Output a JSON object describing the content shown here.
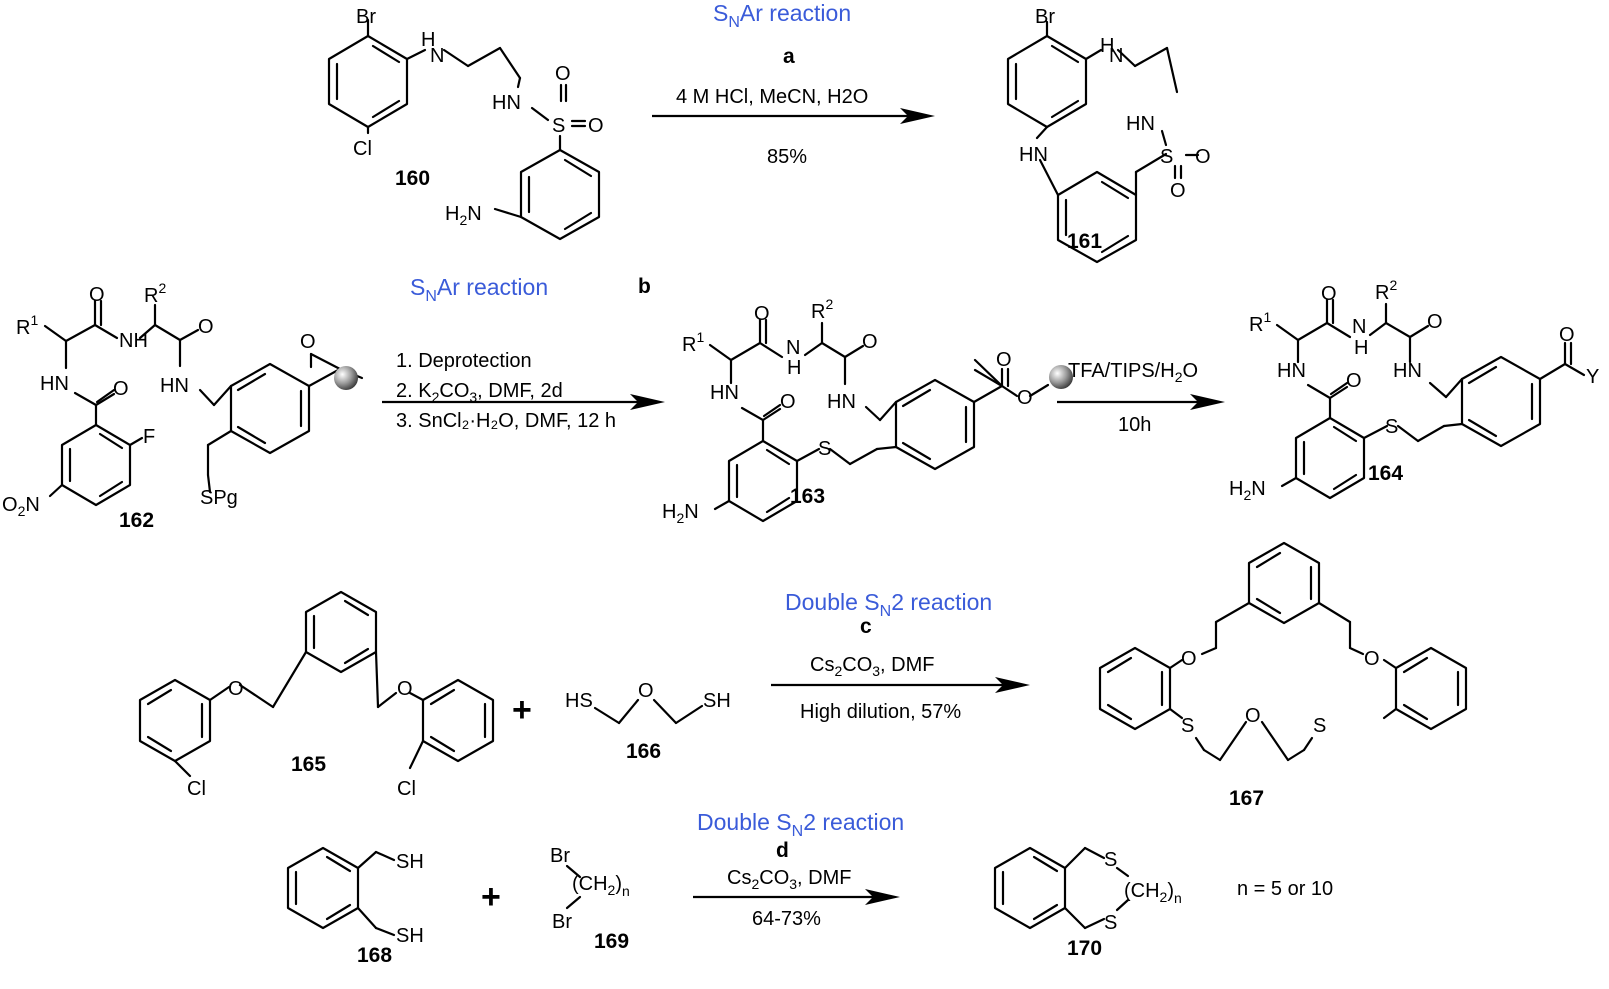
{
  "colors": {
    "reaction_title": "#3a5bd9",
    "text": "#000000",
    "resin_bead": "#8a8a8a"
  },
  "reactions": {
    "a": {
      "letter": "a",
      "title_main": "S",
      "title_sub": "N",
      "title_rest": "Ar reaction",
      "cond1": "4 M HCl, MeCN, H2O",
      "cond2": "85%",
      "start_label": "160",
      "product_label": "161"
    },
    "b": {
      "letter": "b",
      "title_main": "S",
      "title_sub": "N",
      "title_rest": "Ar reaction",
      "cond1": "1. Deprotection",
      "cond2_pre": "2. K",
      "cond2_sub1": "2",
      "cond2_mid": "CO",
      "cond2_sub2": "3",
      "cond2_post": ", DMF, 2d",
      "cond3": "3. SnCl₂·H₂O, DMF, 12 h",
      "cond4_pre": "TFA/TIPS/H",
      "cond4_sub": "2",
      "cond4_post": "O",
      "cond5": "10h",
      "start_label": "162",
      "mid_label": "163",
      "product_label": "164"
    },
    "c": {
      "letter": "c",
      "title_main": "Double S",
      "title_sub": "N",
      "title_rest": "2 reaction",
      "cond1_pre": "Cs",
      "cond1_sub1": "2",
      "cond1_mid": "CO",
      "cond1_sub2": "3",
      "cond1_post": ", DMF",
      "cond2": "High dilution, 57%",
      "label_a": "165",
      "label_b": "166",
      "product_label": "167",
      "plus": "+"
    },
    "d": {
      "letter": "d",
      "title_main": "Double S",
      "title_sub": "N",
      "title_rest": "2 reaction",
      "cond1_pre": "Cs",
      "cond1_sub1": "2",
      "cond1_mid": "CO",
      "cond1_sub2": "3",
      "cond1_post": ", DMF",
      "cond2": "64-73%",
      "label_a": "168",
      "label_b": "169",
      "product_label": "170",
      "note": "n = 5 or 10",
      "plus": "+"
    }
  },
  "atoms": {
    "Br": "Br",
    "Cl": "Cl",
    "H": "H",
    "N": "N",
    "HN": "HN",
    "NH": "NH",
    "S": "S",
    "O": "O",
    "SH": "SH",
    "HS": "HS",
    "F": "F",
    "Y": "Y",
    "SPg": "SPg",
    "R": "R",
    "sup1": "1",
    "sup2": "2",
    "H2N_H": "H",
    "H2N_sub": "2",
    "H2N_N": "N",
    "O2N_O": "O",
    "O2N_sub": "2",
    "O2N_N": "N",
    "CH2n_pre": "(CH",
    "CH2n_sub": "2",
    "CH2n_close": ")",
    "CH2n_n": "n"
  }
}
